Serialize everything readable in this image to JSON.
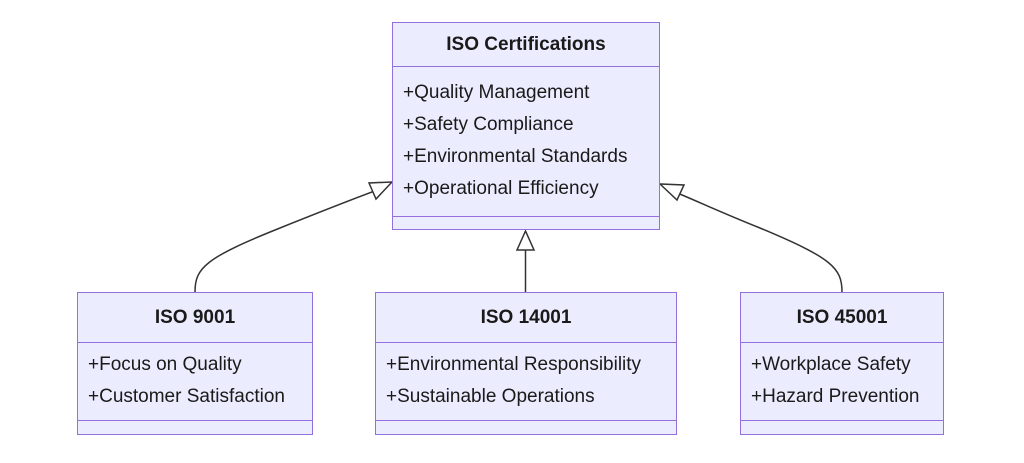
{
  "diagram": {
    "type": "uml-class-diagram",
    "colors": {
      "box_fill": "#ececff",
      "box_border": "#9370db",
      "edge": "#333333",
      "text": "#1a1a1a"
    },
    "parent": {
      "name": "ISO Certifications",
      "members": [
        "+Quality Management",
        "+Safety Compliance",
        "+Environmental Standards",
        "+Operational Efficiency"
      ]
    },
    "children": [
      {
        "name": "ISO 9001",
        "members": [
          "+Focus on Quality",
          "+Customer Satisfaction"
        ]
      },
      {
        "name": "ISO 14001",
        "members": [
          "+Environmental Responsibility",
          "+Sustainable Operations"
        ]
      },
      {
        "name": "ISO 45001",
        "members": [
          "+Workplace Safety",
          "+Hazard Prevention"
        ]
      }
    ],
    "relations": [
      {
        "from": "ISO 9001",
        "to": "ISO Certifications",
        "kind": "inheritance"
      },
      {
        "from": "ISO 14001",
        "to": "ISO Certifications",
        "kind": "inheritance"
      },
      {
        "from": "ISO 45001",
        "to": "ISO Certifications",
        "kind": "inheritance"
      }
    ]
  }
}
